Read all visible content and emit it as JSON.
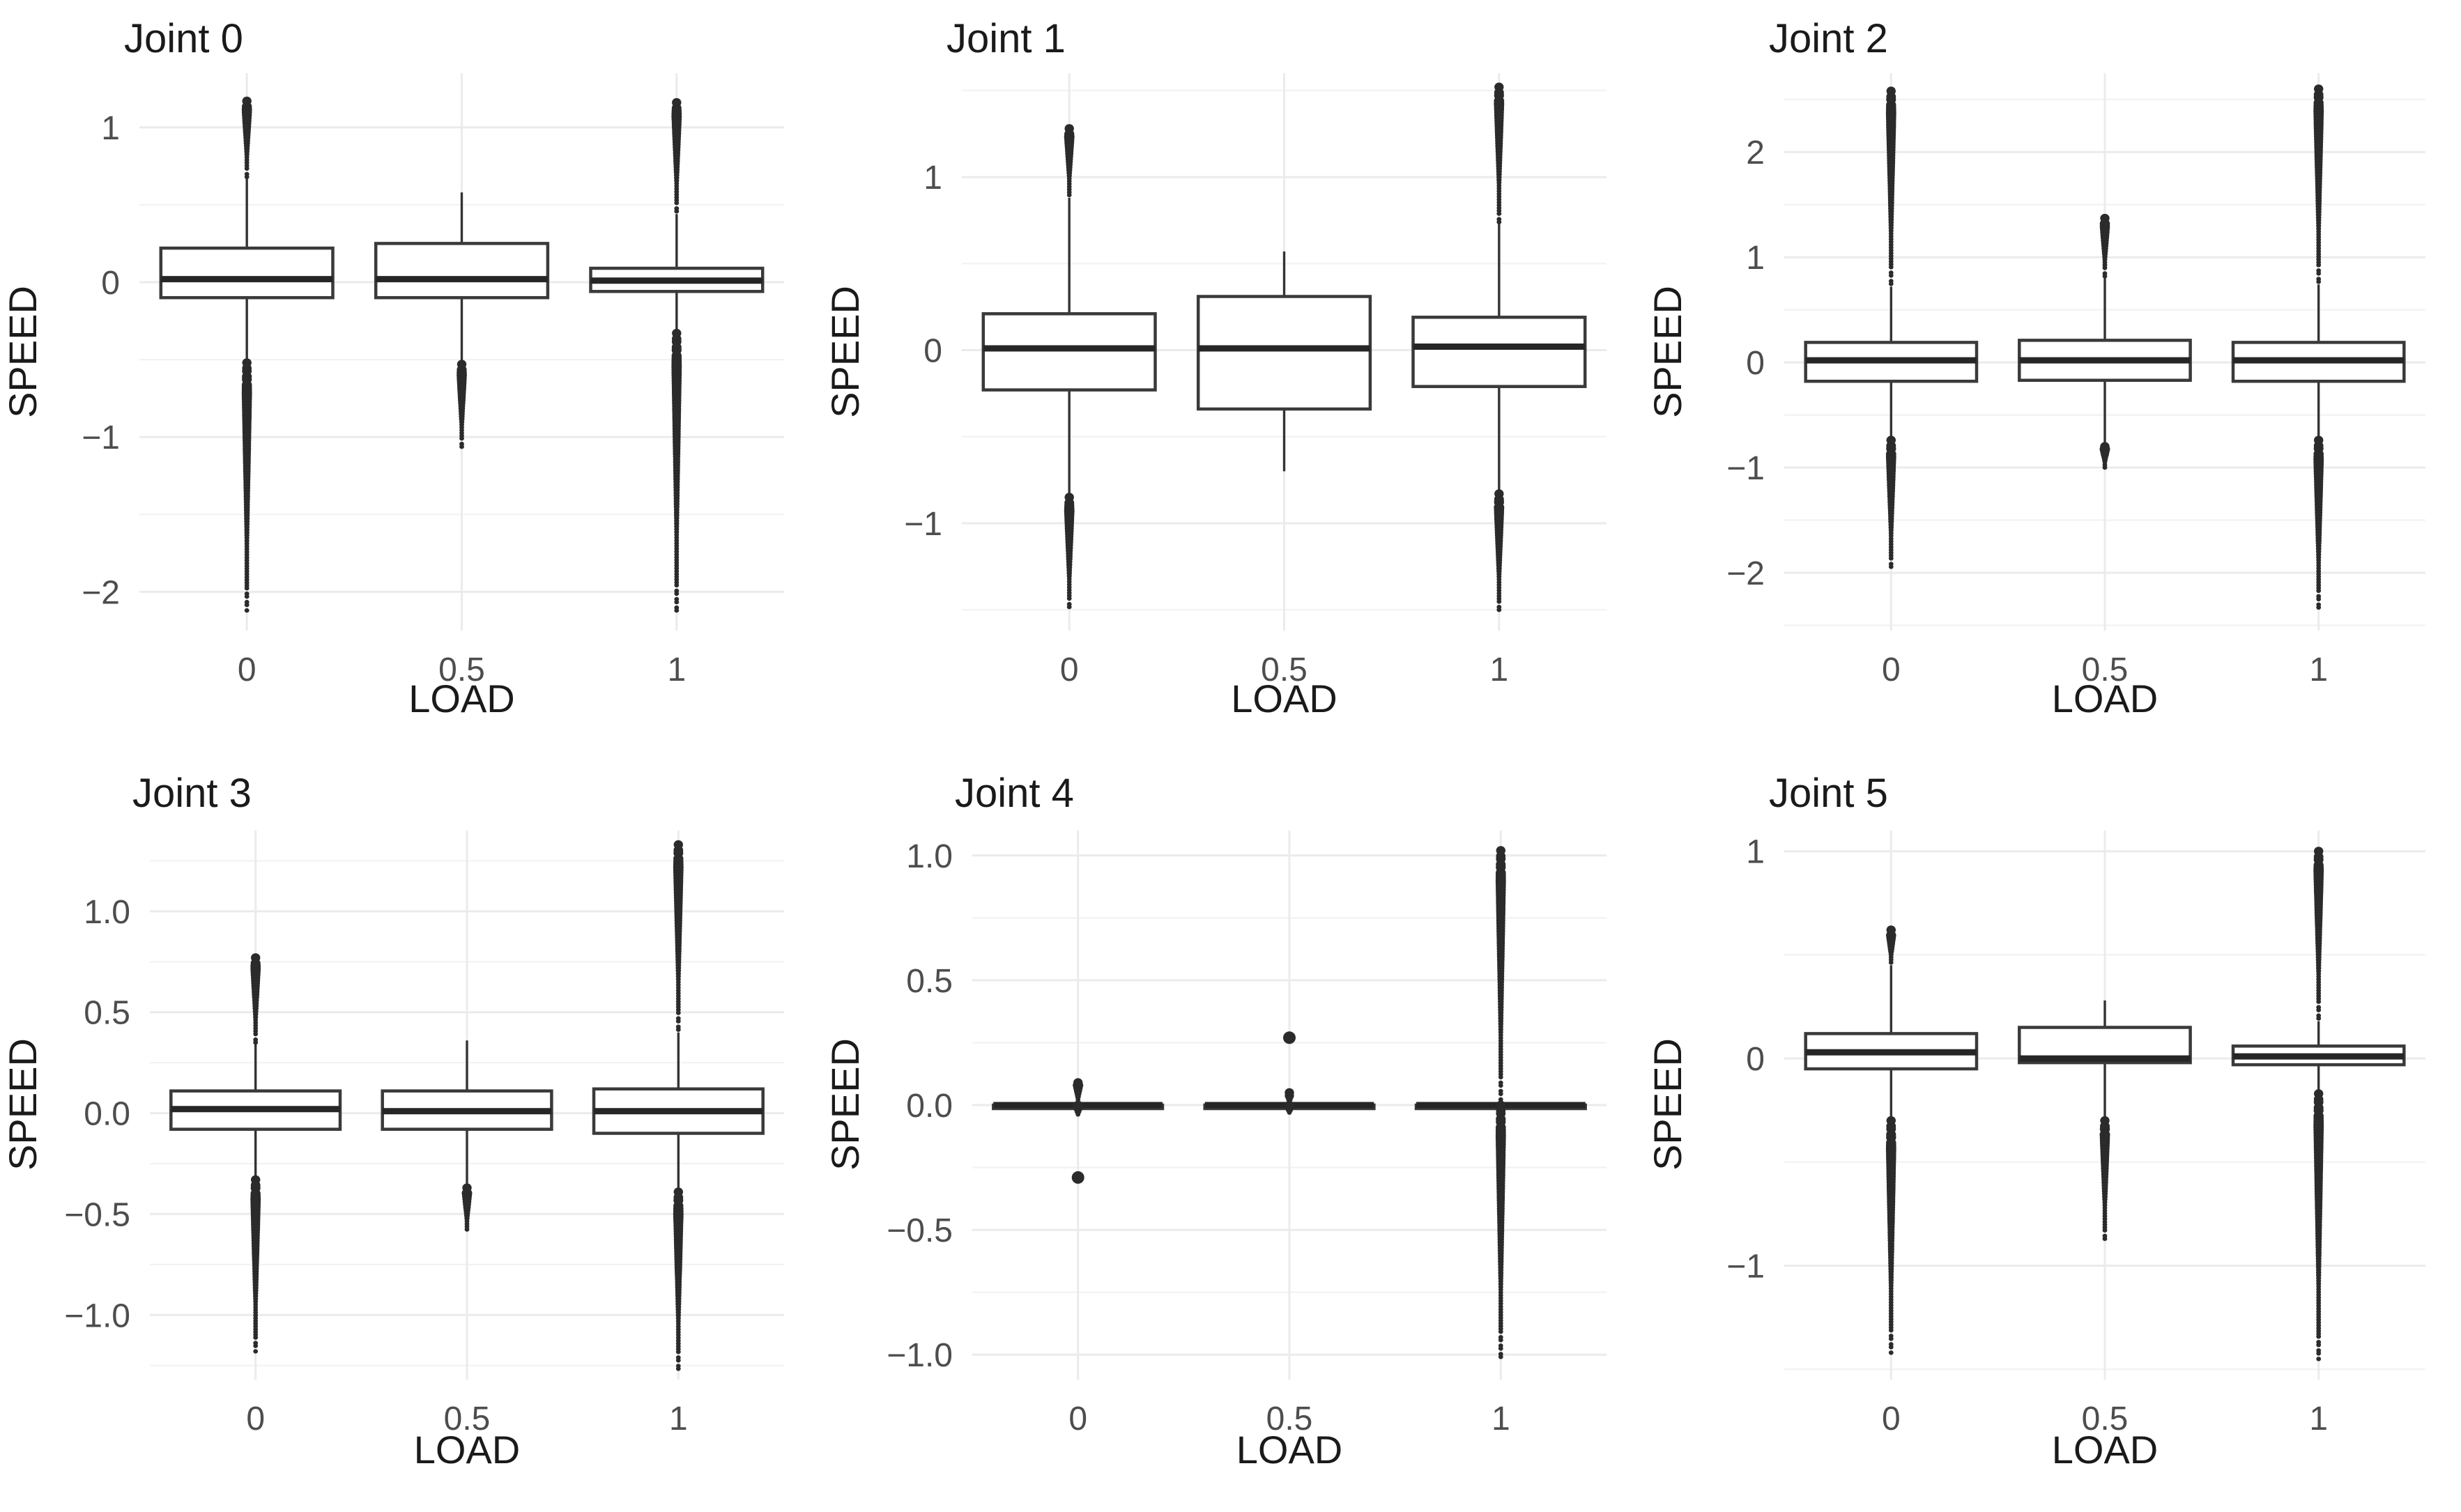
{
  "figure": {
    "background": "#ffffff",
    "grid_color": "#ebebeb",
    "ink_color": "#262626",
    "tick_color": "#4d4d4d",
    "rows": 2,
    "cols": 3
  },
  "chart_data": {
    "type": "box",
    "title": "",
    "xlabel": "LOAD",
    "ylabel": "SPEED",
    "categories": [
      "0",
      "0.5",
      "1"
    ],
    "grid": true,
    "legend": "none",
    "facets": [
      {
        "id": "joint0",
        "title": "Joint 0",
        "xlabel": "LOAD",
        "ylabel": "SPEED",
        "ylim": [
          -2.25,
          1.35
        ],
        "yticks": [
          1,
          0,
          -1,
          -2
        ],
        "yticklabels": [
          "1",
          "0",
          "−1",
          "−2"
        ],
        "yminor": [
          1.5,
          0.5,
          -0.5,
          -1.5
        ],
        "boxes": [
          {
            "category": "0",
            "min": -2.12,
            "q1": -0.1,
            "median": 0.02,
            "q3": 0.22,
            "max": 1.17,
            "whisker_low": -0.52,
            "whisker_high": 0.68,
            "outlier_high_from": 0.68,
            "outlier_high_to": 1.17,
            "outlier_low_from": -0.52,
            "outlier_low_to": -2.12
          },
          {
            "category": "0.5",
            "min": -1.08,
            "q1": -0.1,
            "median": 0.02,
            "q3": 0.25,
            "max": 0.58,
            "whisker_low": -0.52,
            "whisker_high": 0.58,
            "outlier_high_from": 0.58,
            "outlier_high_to": 0.58,
            "outlier_low_from": -0.53,
            "outlier_low_to": -1.08
          },
          {
            "category": "1",
            "min": -2.12,
            "q1": -0.06,
            "median": 0.01,
            "q3": 0.09,
            "max": 1.16,
            "whisker_low": -0.33,
            "whisker_high": 0.44,
            "outlier_high_from": 0.44,
            "outlier_high_to": 1.16,
            "outlier_low_from": -0.33,
            "outlier_low_to": -2.12
          }
        ]
      },
      {
        "id": "joint1",
        "title": "Joint 1",
        "xlabel": "LOAD",
        "ylabel": "SPEED",
        "ylim": [
          -1.62,
          1.6
        ],
        "yticks": [
          1,
          0,
          -1
        ],
        "yticklabels": [
          "1",
          "0",
          "−1"
        ],
        "yminor": [
          1.5,
          0.5,
          -0.5,
          -1.5
        ],
        "boxes": [
          {
            "category": "0",
            "min": -1.5,
            "q1": -0.23,
            "median": 0.01,
            "q3": 0.21,
            "max": 1.28,
            "whisker_low": -0.85,
            "whisker_high": 0.88,
            "outlier_high_from": 0.88,
            "outlier_high_to": 1.28,
            "outlier_low_from": -0.85,
            "outlier_low_to": -1.5
          },
          {
            "category": "0.5",
            "min": -0.7,
            "q1": -0.34,
            "median": 0.01,
            "q3": 0.31,
            "max": 0.57,
            "whisker_low": -0.7,
            "whisker_high": 0.57,
            "outlier_high_from": 0.57,
            "outlier_high_to": 0.57,
            "outlier_low_from": -0.7,
            "outlier_low_to": -0.7
          },
          {
            "category": "1",
            "min": -1.5,
            "q1": -0.21,
            "median": 0.02,
            "q3": 0.19,
            "max": 1.52,
            "whisker_low": -0.83,
            "whisker_high": 0.74,
            "outlier_high_from": 0.74,
            "outlier_high_to": 1.52,
            "outlier_low_from": -0.83,
            "outlier_low_to": -1.5
          }
        ]
      },
      {
        "id": "joint2",
        "title": "Joint 2",
        "xlabel": "LOAD",
        "ylabel": "SPEED",
        "ylim": [
          -2.55,
          2.75
        ],
        "yticks": [
          2,
          1,
          0,
          -1,
          -2
        ],
        "yticklabels": [
          "2",
          "1",
          "0",
          "−1",
          "−2"
        ],
        "yminor": [
          2.5,
          1.5,
          0.5,
          -0.5,
          -1.5,
          -2.5
        ],
        "boxes": [
          {
            "category": "0",
            "min": -1.97,
            "q1": -0.18,
            "median": 0.02,
            "q3": 0.19,
            "max": 2.58,
            "whisker_low": -0.74,
            "whisker_high": 0.72,
            "outlier_high_from": 0.72,
            "outlier_high_to": 2.58,
            "outlier_low_from": -0.74,
            "outlier_low_to": -1.97
          },
          {
            "category": "0.5",
            "min": -1.0,
            "q1": -0.17,
            "median": 0.02,
            "q3": 0.21,
            "max": 1.37,
            "whisker_low": -0.8,
            "whisker_high": 0.82,
            "outlier_high_from": 0.82,
            "outlier_high_to": 1.37,
            "outlier_low_from": -0.8,
            "outlier_low_to": -1.0
          },
          {
            "category": "1",
            "min": -2.33,
            "q1": -0.18,
            "median": 0.02,
            "q3": 0.19,
            "max": 2.6,
            "whisker_low": -0.74,
            "whisker_high": 0.74,
            "outlier_high_from": 0.74,
            "outlier_high_to": 2.6,
            "outlier_low_from": -0.74,
            "outlier_low_to": -2.33
          }
        ]
      },
      {
        "id": "joint3",
        "title": "Joint 3",
        "xlabel": "LOAD",
        "ylabel": "SPEED",
        "ylim": [
          -1.32,
          1.4
        ],
        "yticks": [
          1.0,
          0.5,
          0.0,
          -0.5,
          -1.0
        ],
        "yticklabels": [
          "1.0",
          "0.5",
          "0.0",
          "−0.5",
          "−1.0"
        ],
        "yminor": [
          1.25,
          0.75,
          0.25,
          -0.25,
          -0.75,
          -1.25
        ],
        "boxes": [
          {
            "category": "0",
            "min": -1.18,
            "q1": -0.08,
            "median": 0.02,
            "q3": 0.11,
            "max": 0.77,
            "whisker_low": -0.33,
            "whisker_high": 0.35,
            "outlier_high_from": 0.35,
            "outlier_high_to": 0.77,
            "outlier_low_from": -0.33,
            "outlier_low_to": -1.18
          },
          {
            "category": "0.5",
            "min": -0.59,
            "q1": -0.08,
            "median": 0.01,
            "q3": 0.11,
            "max": 0.36,
            "whisker_low": -0.37,
            "whisker_high": 0.36,
            "outlier_high_from": 0.36,
            "outlier_high_to": 0.36,
            "outlier_low_from": -0.37,
            "outlier_low_to": -0.59
          },
          {
            "category": "1",
            "min": -1.28,
            "q1": -0.1,
            "median": 0.01,
            "q3": 0.12,
            "max": 1.33,
            "whisker_low": -0.39,
            "whisker_high": 0.4,
            "outlier_high_from": 0.4,
            "outlier_high_to": 1.33,
            "outlier_low_from": -0.39,
            "outlier_low_to": -1.28
          }
        ]
      },
      {
        "id": "joint4",
        "title": "Joint 4",
        "xlabel": "LOAD",
        "ylabel": "SPEED",
        "ylim": [
          -1.1,
          1.1
        ],
        "yticks": [
          1.0,
          0.5,
          0.0,
          -0.5,
          -1.0
        ],
        "yticklabels": [
          "1.0",
          "0.5",
          "0.0",
          "−0.5",
          "−1.0"
        ],
        "yminor": [
          0.75,
          0.25,
          -0.25,
          -0.75
        ],
        "boxes": [
          {
            "category": "0",
            "min": -0.29,
            "q1": 0.0,
            "median": 0.0,
            "q3": 0.0,
            "max": 0.09,
            "whisker_low": 0.0,
            "whisker_high": 0.0,
            "outlier_high_from": 0.0,
            "outlier_high_to": 0.09,
            "outlier_low_from": 0.0,
            "outlier_low_to": -0.05,
            "extra_outliers": [
              -0.29
            ]
          },
          {
            "category": "0.5",
            "min": -0.04,
            "q1": 0.0,
            "median": 0.0,
            "q3": 0.0,
            "max": 0.27,
            "whisker_low": 0.0,
            "whisker_high": 0.0,
            "outlier_high_from": 0.0,
            "outlier_high_to": 0.05,
            "outlier_low_from": 0.0,
            "outlier_low_to": -0.04,
            "extra_outliers": [
              0.27
            ]
          },
          {
            "category": "1",
            "min": -1.02,
            "q1": 0.0,
            "median": 0.0,
            "q3": 0.0,
            "max": 1.02,
            "whisker_low": 0.0,
            "whisker_high": 0.0,
            "outlier_high_from": 0.0,
            "outlier_high_to": 1.02,
            "outlier_low_from": 0.0,
            "outlier_low_to": -1.02
          }
        ]
      },
      {
        "id": "joint5",
        "title": "Joint 5",
        "xlabel": "LOAD",
        "ylabel": "SPEED",
        "ylim": [
          -1.55,
          1.1
        ],
        "yticks": [
          1,
          0,
          -1
        ],
        "yticklabels": [
          "1",
          "0",
          "−1"
        ],
        "yminor": [
          0.5,
          -0.5,
          -1.5
        ],
        "boxes": [
          {
            "category": "0",
            "min": -1.42,
            "q1": -0.05,
            "median": 0.03,
            "q3": 0.12,
            "max": 0.62,
            "whisker_low": -0.3,
            "whisker_high": 0.45,
            "outlier_high_from": 0.45,
            "outlier_high_to": 0.62,
            "outlier_low_from": -0.3,
            "outlier_low_to": -1.42
          },
          {
            "category": "0.5",
            "min": -0.87,
            "q1": -0.02,
            "median": 0.0,
            "q3": 0.15,
            "max": 0.28,
            "whisker_low": -0.3,
            "whisker_high": 0.28,
            "outlier_high_from": 0.28,
            "outlier_high_to": 0.28,
            "outlier_low_from": -0.3,
            "outlier_low_to": -0.87
          },
          {
            "category": "1",
            "min": -1.45,
            "q1": -0.03,
            "median": 0.01,
            "q3": 0.06,
            "max": 1.0,
            "whisker_low": -0.17,
            "whisker_high": 0.18,
            "outlier_high_from": 0.18,
            "outlier_high_to": 1.0,
            "outlier_low_from": -0.17,
            "outlier_low_to": -1.45
          }
        ]
      }
    ]
  }
}
